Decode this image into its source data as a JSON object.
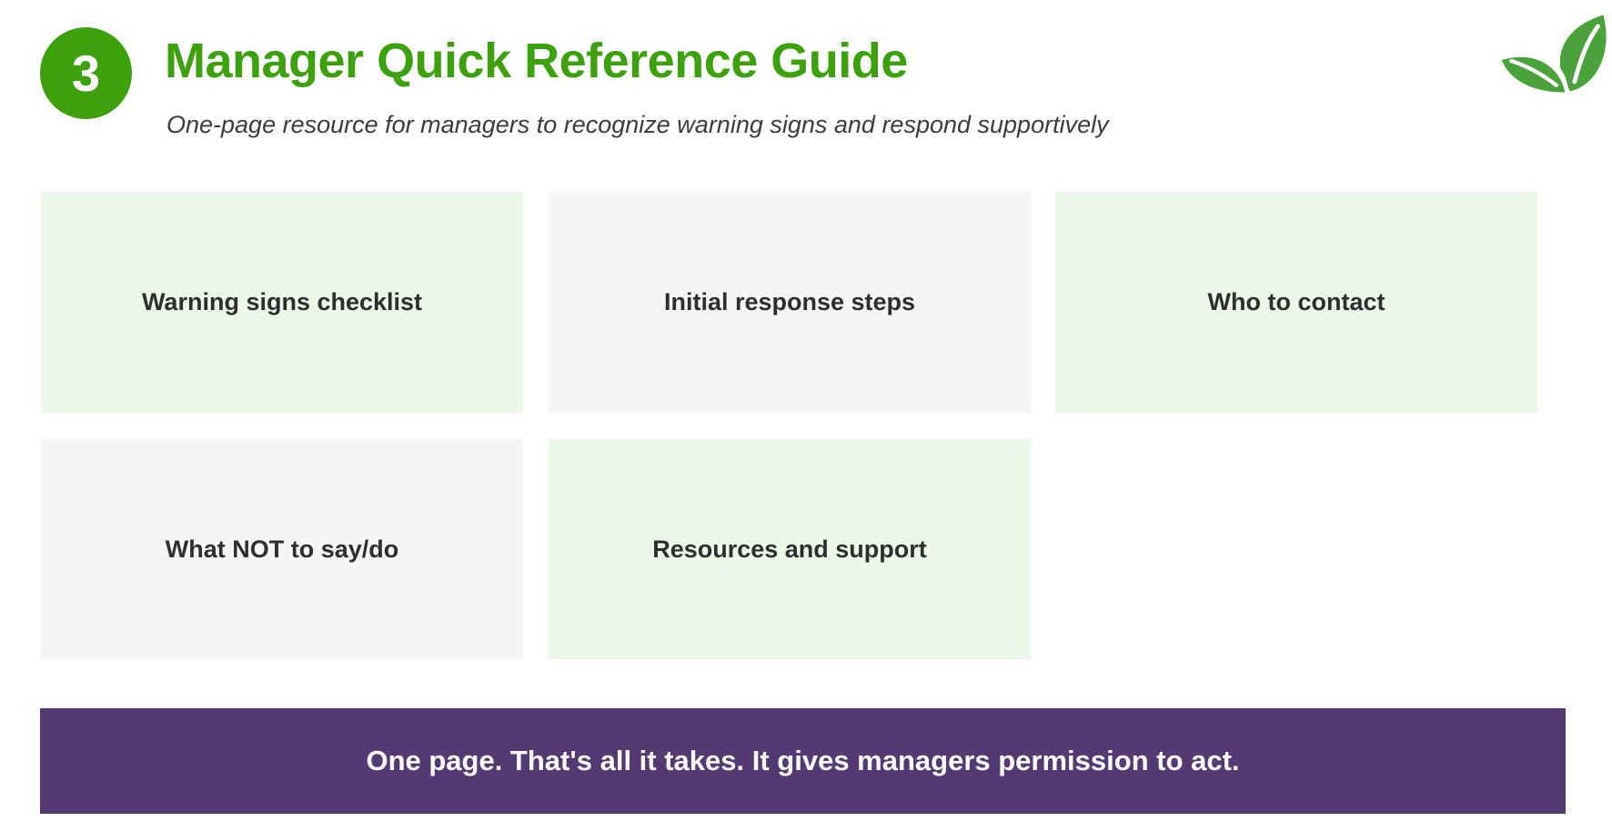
{
  "header": {
    "step_number": "3",
    "title": "Manager Quick Reference Guide",
    "subtitle": "One-page resource for managers to recognize warning signs and respond supportively",
    "leaf_icon": "leaf-icon"
  },
  "cards": [
    {
      "label": "Warning signs checklist",
      "variant": "green"
    },
    {
      "label": "Initial response steps",
      "variant": "gray"
    },
    {
      "label": "Who to contact",
      "variant": "green"
    },
    {
      "label": "What NOT to say/do",
      "variant": "gray"
    },
    {
      "label": "Resources and support",
      "variant": "green"
    }
  ],
  "banner": {
    "text": "One page. That's all it takes. It gives managers permission to act."
  },
  "colors": {
    "accent_green": "#3da10d",
    "leaf_green": "#4aa23b",
    "card_green_bg": "#ebf7e7",
    "card_gray_bg": "#f5f5f5",
    "banner_purple": "#533a70",
    "banner_text": "#fcfcfc",
    "card_text": "#2e2e2e",
    "subtitle_text": "#3c3c3c"
  }
}
